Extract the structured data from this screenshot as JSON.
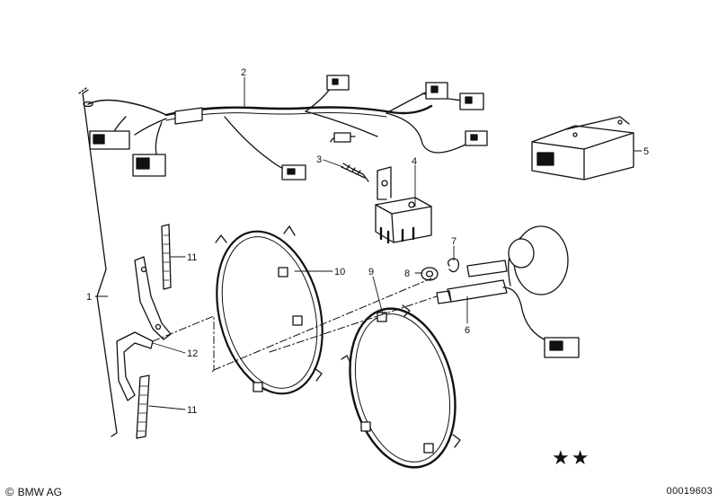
{
  "footer": {
    "copyright_symbol": "©",
    "brand": "BMW AG",
    "diagram_id": "00019603"
  },
  "stars": "★★",
  "callouts": {
    "c1": "1",
    "c2": "2",
    "c3": "3",
    "c4": "4",
    "c5": "5",
    "c6": "6",
    "c7": "7",
    "c8": "8",
    "c9": "9",
    "c10": "10",
    "c11a": "11",
    "c11b": "11",
    "c12": "12"
  },
  "colors": {
    "line": "#111111",
    "background": "#ffffff"
  }
}
